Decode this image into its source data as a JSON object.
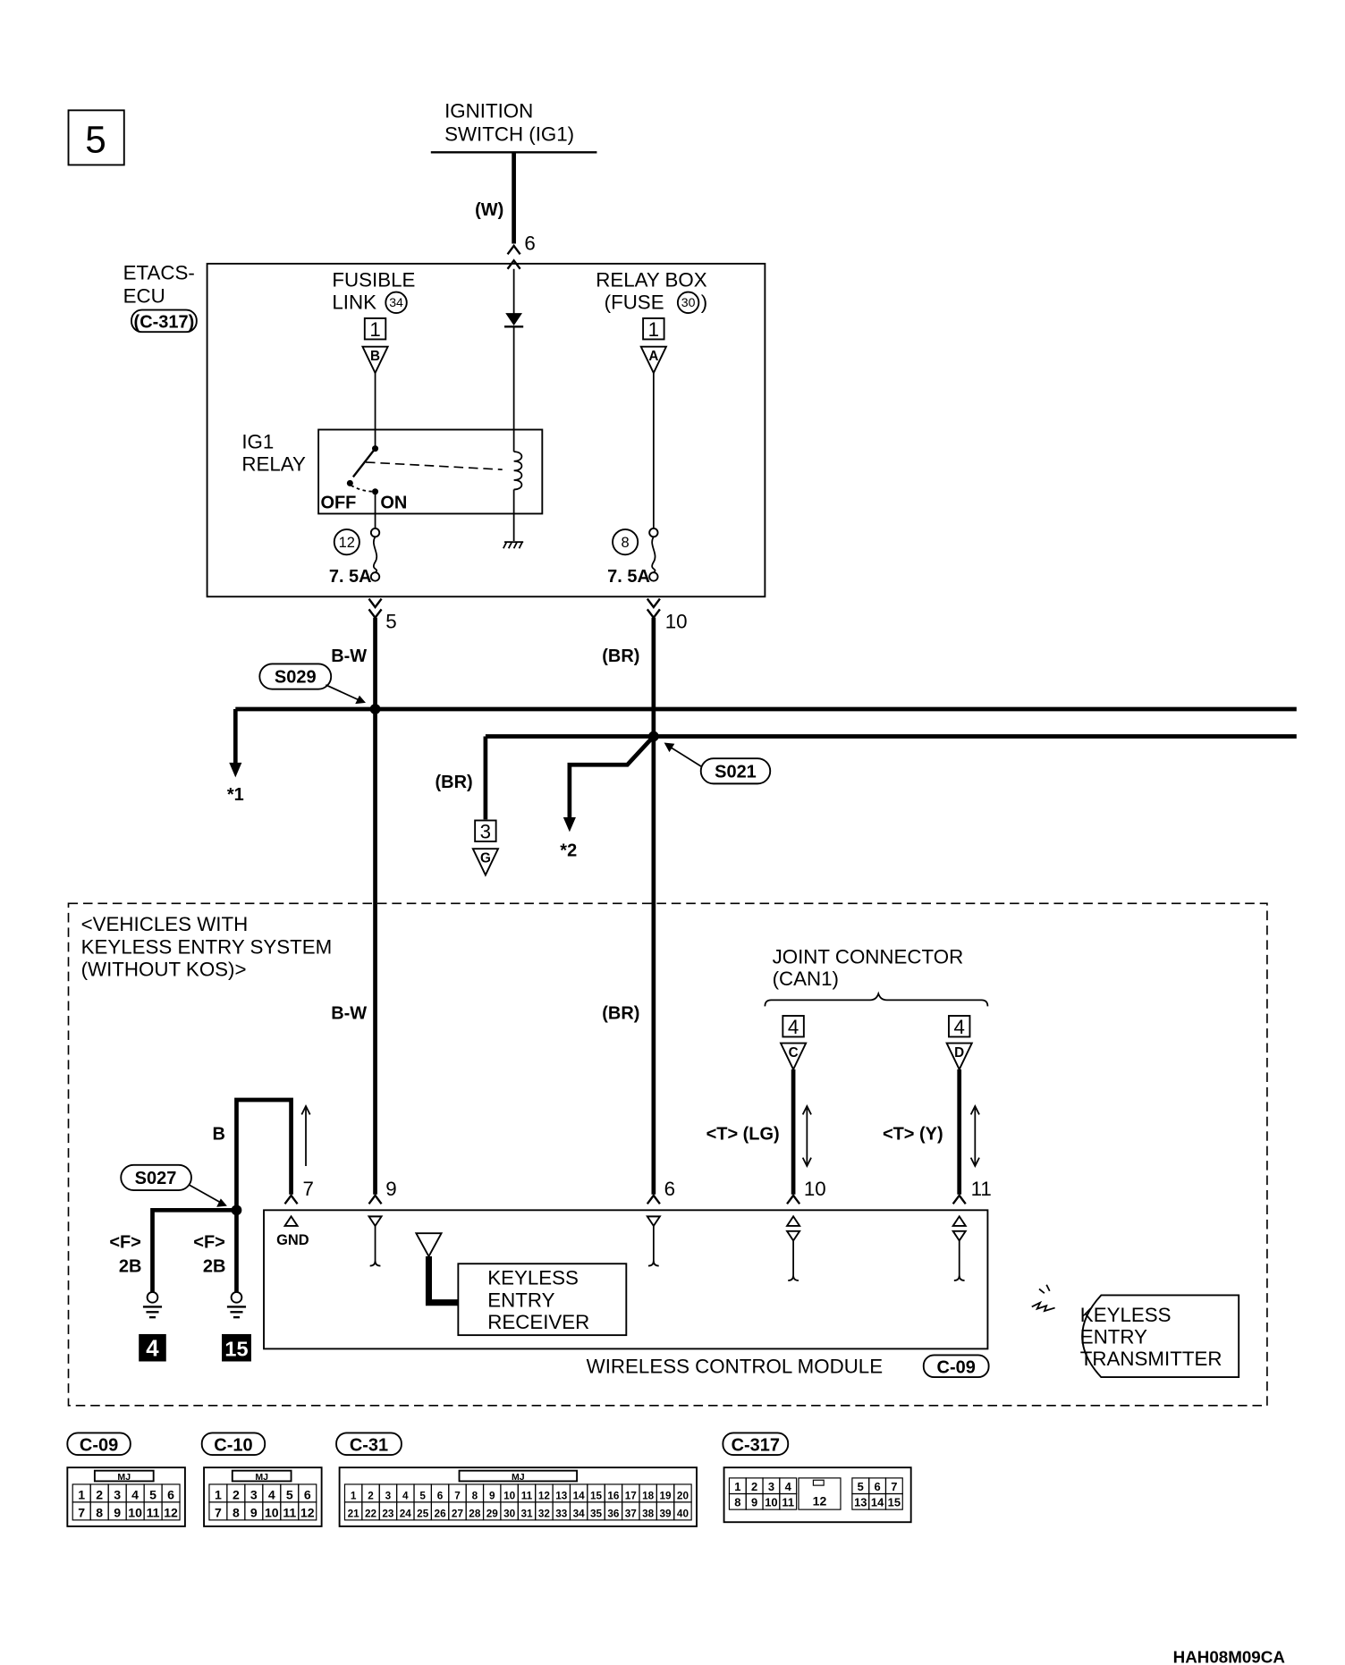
{
  "diagram": {
    "sheet_number": "5",
    "ignition_switch": [
      "IGNITION",
      "SWITCH (IG1)"
    ],
    "etacs_ecu": [
      "ETACS-",
      "ECU",
      "(C-317)"
    ],
    "fusible_link": [
      "FUSIBLE",
      "LINK"
    ],
    "fusible_link_number": "34",
    "relay_box": [
      "RELAY BOX",
      "(FUSE"
    ],
    "relay_box_fuse_number": "30",
    "relay_box_close": ")",
    "connector_1": "1",
    "pin_b": "B",
    "pin_a": "A",
    "ig1_relay": [
      "IG1",
      "RELAY"
    ],
    "relay_off": "OFF",
    "relay_on": "ON",
    "fuse_12": "12",
    "fuse_8": "8",
    "fuse_rating": "7. 5A",
    "wire_w": "(W)",
    "terminal_6_top": "6",
    "terminal_5": "5",
    "terminal_10_top": "10",
    "wire_bw": "B-W",
    "wire_br": "(BR)",
    "splice_s029": "S029",
    "splice_s021": "S021",
    "splice_s027": "S027",
    "ref_1": "*1",
    "ref_2": "*2",
    "connector_3": "3",
    "pin_g": "G",
    "vehicles_note": [
      "<VEHICLES WITH",
      "KEYLESS ENTRY SYSTEM",
      "(WITHOUT KOS)>"
    ],
    "joint_connector": [
      "JOINT CONNECTOR",
      "(CAN1)"
    ],
    "connector_4": "4",
    "pin_c": "C",
    "pin_d": "D",
    "wire_t_lg": "<T> (LG)",
    "wire_t_y": "<T> (Y)",
    "wire_b": "B",
    "terminal_7": "7",
    "terminal_9": "9",
    "terminal_6_bottom": "6",
    "terminal_10_bottom": "10",
    "terminal_11": "11",
    "gnd": "GND",
    "ground_f": "<F>",
    "ground_2b": "2B",
    "ground_4": "4",
    "ground_15": "15",
    "keyless_entry_receiver": [
      "KEYLESS",
      "ENTRY",
      "RECEIVER"
    ],
    "keyless_entry_transmitter": [
      "KEYLESS",
      "ENTRY",
      "TRANSMITTER"
    ],
    "wireless_control_module": "WIRELESS CONTROL MODULE",
    "wcm_connector": "C-09",
    "connector_labels": [
      "C-09",
      "C-10",
      "C-31",
      "C-317"
    ],
    "mj": "MJ",
    "c09_pins": [
      [
        "1",
        "2",
        "3",
        "4",
        "5",
        "6"
      ],
      [
        "7",
        "8",
        "9",
        "10",
        "11",
        "12"
      ]
    ],
    "c10_pins": [
      [
        "1",
        "2",
        "3",
        "4",
        "5",
        "6"
      ],
      [
        "7",
        "8",
        "9",
        "10",
        "11",
        "12"
      ]
    ],
    "c31_pins": [
      [
        "1",
        "2",
        "3",
        "4",
        "5",
        "6",
        "7",
        "8",
        "9",
        "10",
        "11",
        "12",
        "13",
        "14",
        "15",
        "16",
        "17",
        "18",
        "19",
        "20"
      ],
      [
        "21",
        "22",
        "23",
        "24",
        "25",
        "26",
        "27",
        "28",
        "29",
        "30",
        "31",
        "32",
        "33",
        "34",
        "35",
        "36",
        "37",
        "38",
        "39",
        "40"
      ]
    ],
    "c317_pins_left": [
      [
        "1",
        "2",
        "3",
        "4"
      ],
      [
        "8",
        "9",
        "10",
        "11"
      ]
    ],
    "c317_pin_center": "12",
    "c317_pins_right": [
      [
        "5",
        "6",
        "7"
      ],
      [
        "13",
        "14",
        "15"
      ]
    ],
    "diagram_code": "HAH08M09CA"
  }
}
